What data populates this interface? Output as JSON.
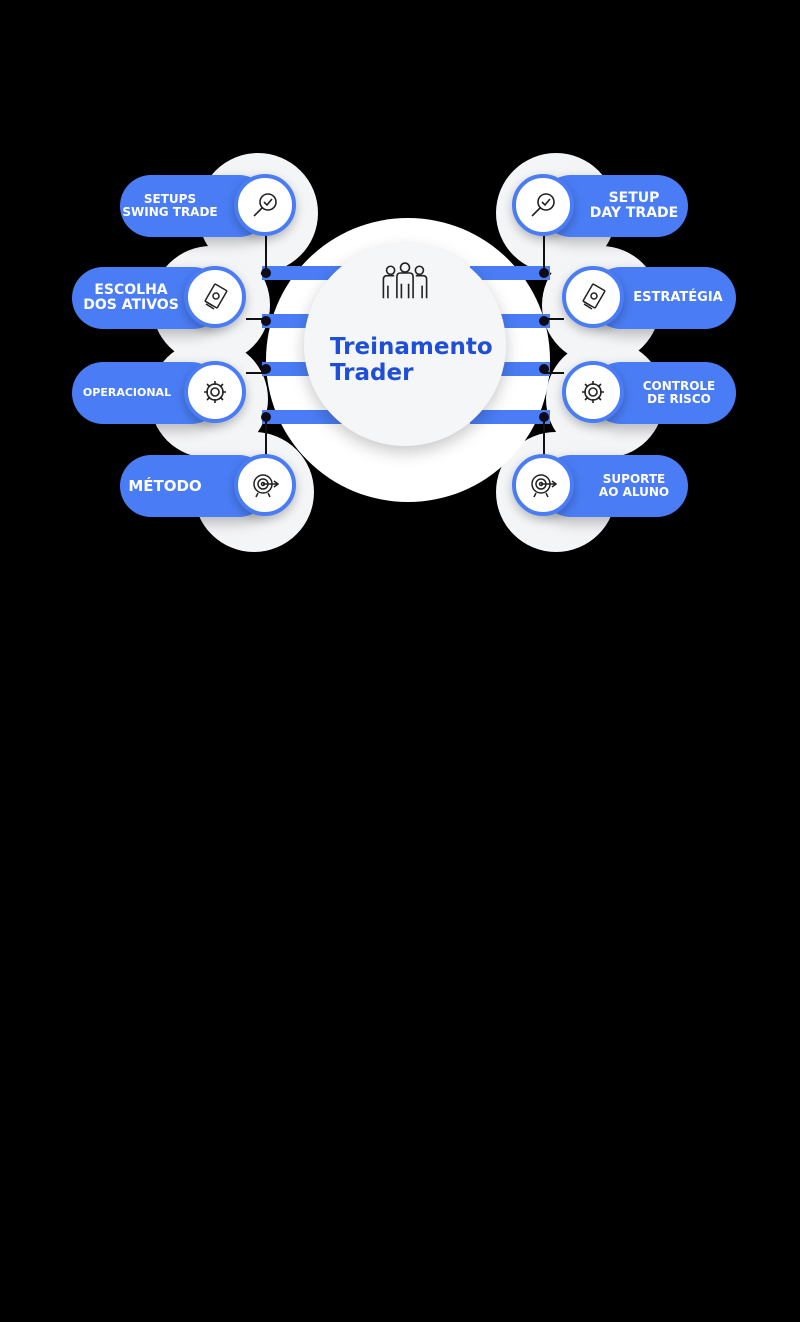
{
  "center": {
    "title": "Treinamento\nTrader",
    "icon": "team-icon"
  },
  "left_items": [
    {
      "label": "SETUPS\nSWING TRADE",
      "icon": "magnifier-chart-icon"
    },
    {
      "label": "ESCOLHA\nDOS ATIVOS",
      "icon": "money-stack-icon"
    },
    {
      "label": "OPERACIONAL",
      "icon": "gear-icon"
    },
    {
      "label": "MÉTODO",
      "icon": "target-icon"
    }
  ],
  "right_items": [
    {
      "label": "SETUP\nDAY TRADE",
      "icon": "magnifier-chart-icon"
    },
    {
      "label": "ESTRATÉGIA",
      "icon": "money-stack-icon"
    },
    {
      "label": "CONTROLE\nDE RISCO",
      "icon": "gear-icon"
    },
    {
      "label": "SUPORTE\nAO ALUNO",
      "icon": "target-icon"
    }
  ],
  "colors": {
    "accent": "#4a7df5",
    "title": "#1f4fd6",
    "background": "#000000",
    "halo": "#f4f5f7"
  }
}
